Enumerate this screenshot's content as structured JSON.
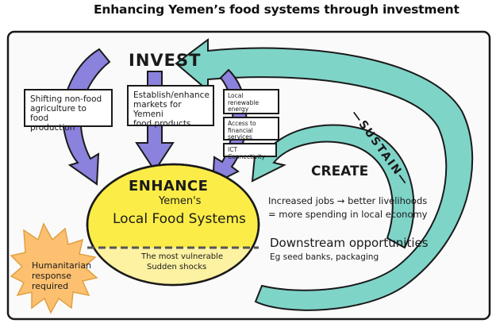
{
  "title": "Enhancing Yemen’s food systems through investment",
  "invest": {
    "heading": "INVEST",
    "box1": [
      "Shifting non-food",
      "agriculture to food",
      "production"
    ],
    "box2": [
      "Establish/enhance",
      "markets for Yemeni",
      "food products"
    ],
    "small_boxes": [
      [
        "Local renewable",
        "energy"
      ],
      [
        "Access to financial",
        "services"
      ],
      [
        "ICT Connectivity"
      ]
    ]
  },
  "sustain": "—SUSTAIN—",
  "enhance": {
    "heading": "ENHANCE",
    "line2": "Yemen's",
    "line3": "Local Food Systems",
    "bottom": [
      "The most vulnerable",
      "Sudden shocks"
    ]
  },
  "create": {
    "heading": "CREATE",
    "line1": "Increased jobs → better livelihoods",
    "line2": "= more spending in local economy"
  },
  "downstream": {
    "heading": "Downstream opportunities",
    "sub": "Eg seed banks, packaging"
  },
  "humanitarian": [
    "Humanitarian",
    "response",
    "required"
  ],
  "colors": {
    "teal": "#7fd4c8",
    "purple": "#8a82dc",
    "yellow": "#fbec48",
    "pale_yellow": "#fdf1a2",
    "orange": "#fcc070",
    "frame_fill": "#fafafa"
  }
}
